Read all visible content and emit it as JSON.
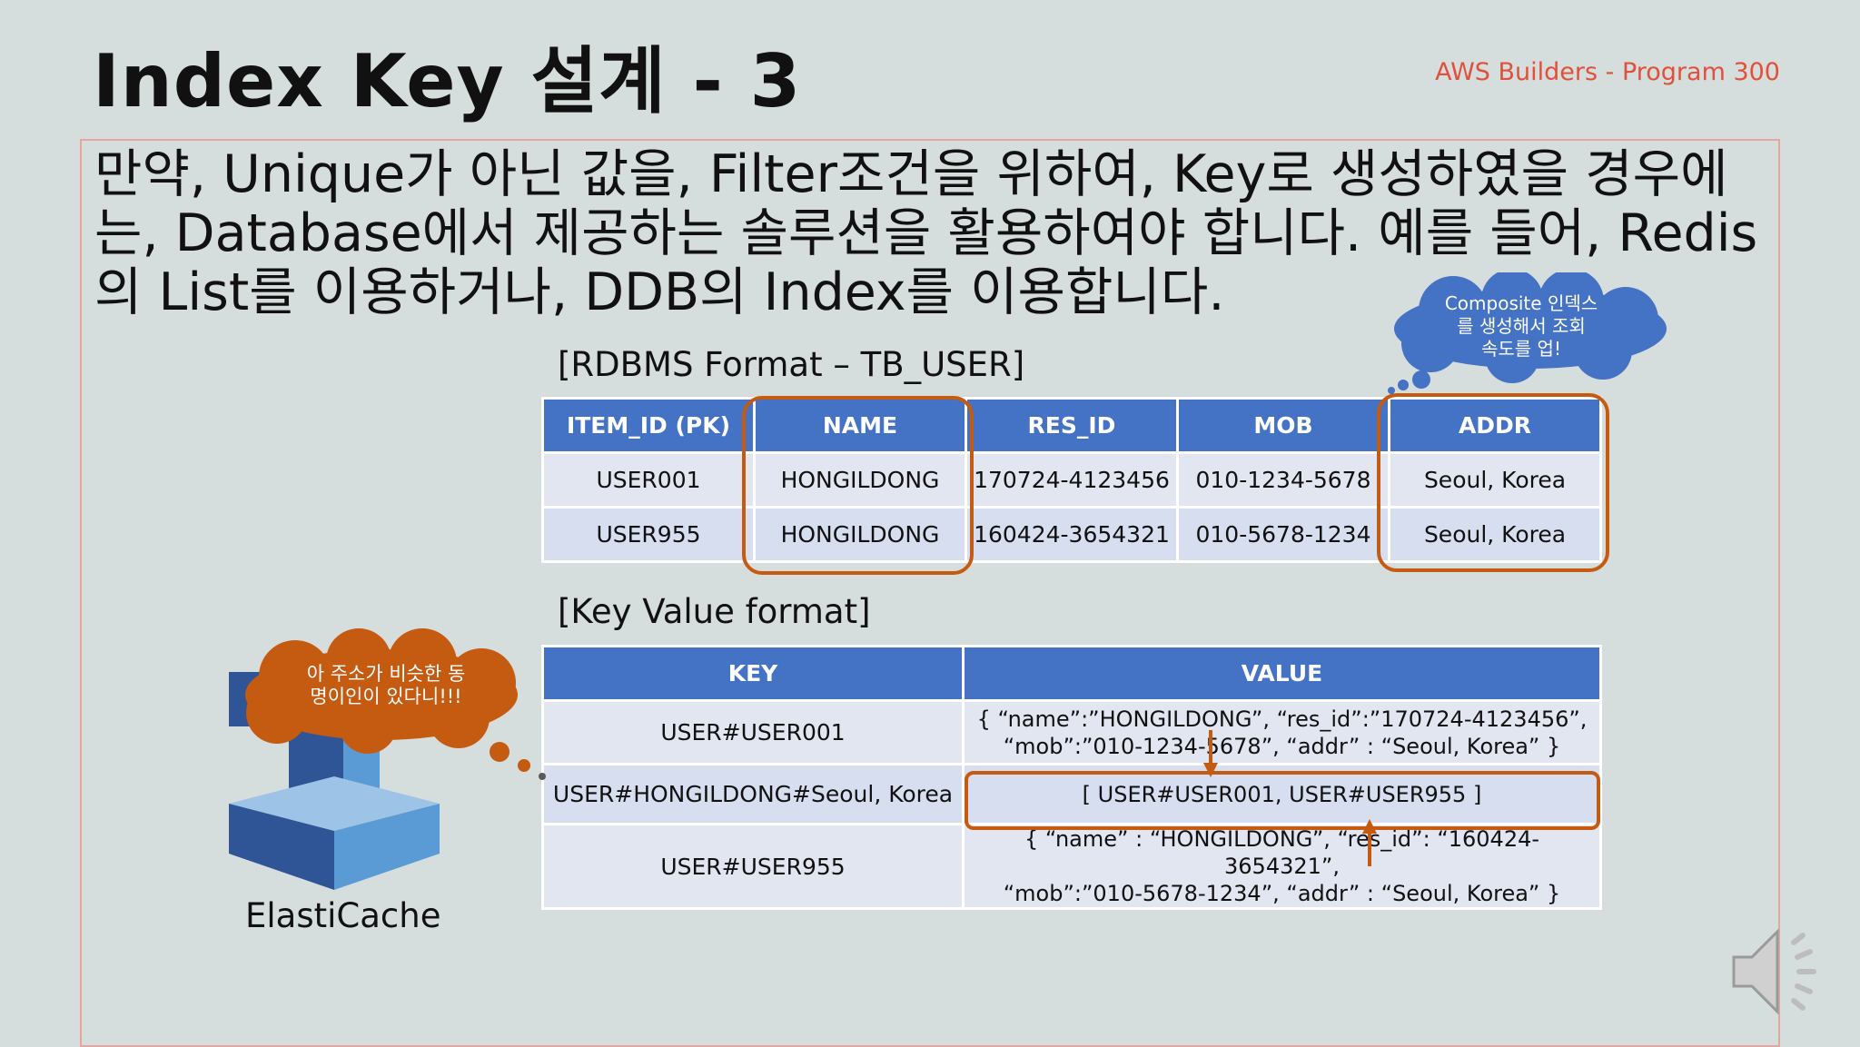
{
  "slide": {
    "title": "Index Key 설계 - 3",
    "brand": "AWS Builders - Program 300",
    "intro": "만약, Unique가 아닌 값을, Filter조건을 위하여, Key로 생성하였을 경우에는, Database에서 제공하는 솔루션을 활용하여야 합니다. 예를 들어, Redis의 List를 이용하거나, DDB의 Index를 이용합니다."
  },
  "rdbms": {
    "caption": "[RDBMS Format – TB_USER]",
    "headers": [
      "ITEM_ID (PK)",
      "NAME",
      "RES_ID",
      "MOB",
      "ADDR"
    ],
    "rows": [
      [
        "USER001",
        "HONGILDONG",
        "170724-4123456",
        "010-1234-5678",
        "Seoul, Korea"
      ],
      [
        "USER955",
        "HONGILDONG",
        "160424-3654321",
        "010-5678-1234",
        "Seoul, Korea"
      ]
    ]
  },
  "kv": {
    "caption": "[Key Value format]",
    "headers": [
      "KEY",
      "VALUE"
    ],
    "rows": [
      {
        "key": "USER#USER001",
        "value_line1": "{ “name”:”HONGILDONG”, “res_id”:”170724-4123456”,",
        "value_line2": "“mob”:”010-1234-5678”, “addr” : “Seoul, Korea” }"
      },
      {
        "key": "USER#HONGILDONG#Seoul, Korea",
        "value_line1": "[ USER#USER001, USER#USER955 ]",
        "value_line2": ""
      },
      {
        "key": "USER#USER955",
        "value_line1": "{ “name” : “HONGILDONG”, “res_id”: “160424-3654321”,",
        "value_line2": "“mob”:”010-5678-1234”, “addr” : “Seoul, Korea” }"
      }
    ]
  },
  "clouds": {
    "composite": [
      "Composite 인덱스",
      "를 생성해서 조회",
      "속도를 업!"
    ],
    "alert": [
      "아 주소가 비슷한 동",
      "명이인이 있다니!!!"
    ]
  },
  "elasticache": {
    "label": "ElastiCache"
  },
  "icons": {
    "speaker": "speaker-icon",
    "database": "elasticache-icon"
  },
  "colors": {
    "header": "#4472c4",
    "highlight": "#c55a11",
    "brand": "#e0503a",
    "cloud_blue": "#4472c4",
    "cloud_orange": "#c55a11"
  }
}
